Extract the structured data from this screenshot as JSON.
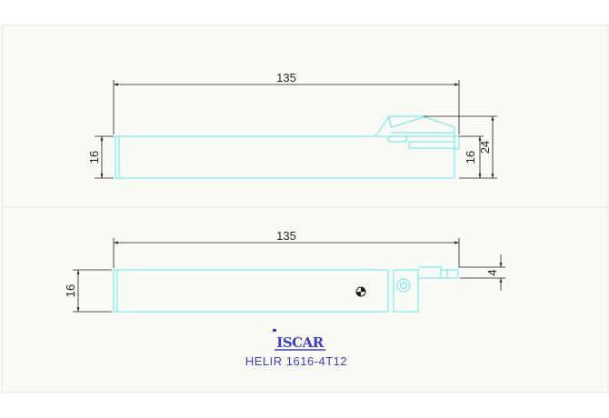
{
  "top_view": {
    "length_label": "135",
    "body_height_label": "16",
    "shank_height_label": "16",
    "overall_height_label": "24"
  },
  "side_view": {
    "length_label": "135",
    "height_label": "16",
    "width_label": "4"
  },
  "title_block": {
    "logo_text": "ISCAR",
    "caption": "HELIR 1616-4T12"
  },
  "colors": {
    "part_outline": "#5fe8ee",
    "dimension_lines": "#1a1a1a",
    "caption_text": "#3b3ec8"
  }
}
